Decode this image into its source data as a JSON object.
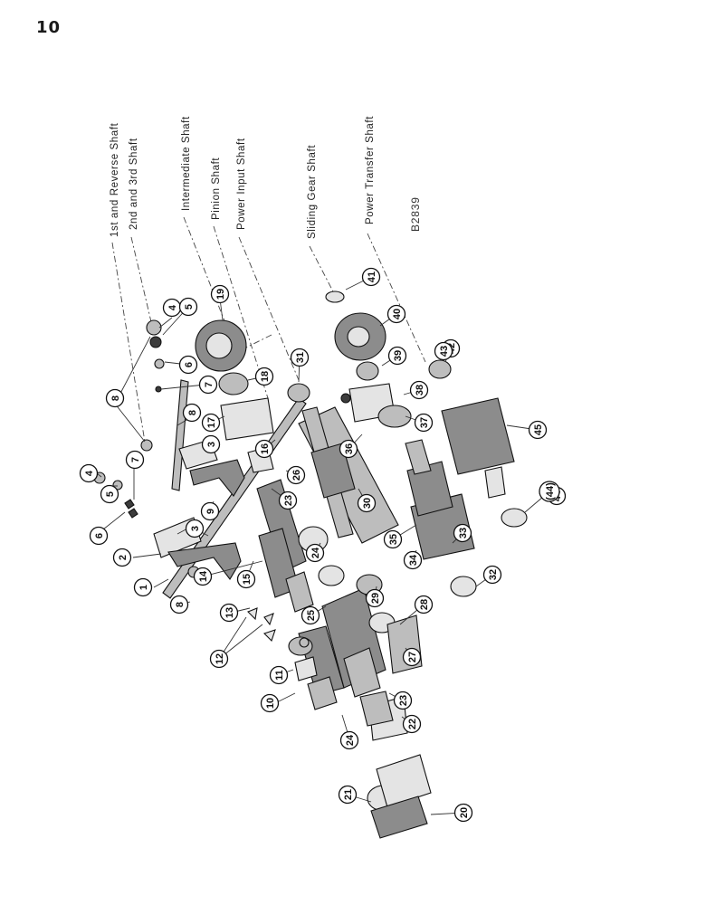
{
  "page": {
    "number": "10"
  },
  "diagram": {
    "reference_code": "B2839",
    "shaft_labels": [
      "1st and Reverse Shaft",
      "2nd and 3rd Shaft",
      "Intermediate Shaft",
      "Pinion Shaft",
      "Power Input Shaft",
      "Sliding Gear Shaft",
      "Power Transfer Shaft"
    ],
    "callouts": [
      "1",
      "2",
      "3",
      "3",
      "4",
      "4",
      "5",
      "5",
      "6",
      "6",
      "7",
      "7",
      "8",
      "8",
      "8",
      "9",
      "10",
      "11",
      "12",
      "13",
      "14",
      "15",
      "16",
      "17",
      "18",
      "19",
      "20",
      "21",
      "22",
      "23",
      "23",
      "24",
      "24",
      "25",
      "26",
      "27",
      "28",
      "29",
      "30",
      "31",
      "32",
      "33",
      "34",
      "35",
      "36",
      "37",
      "38",
      "39",
      "40",
      "41",
      "42",
      "43",
      "44",
      "(44)",
      "45"
    ]
  },
  "colors": {
    "ink": "#111111",
    "metal": "#bdbdbd",
    "shadow": "#3c3c3c",
    "paper": "#ffffff"
  }
}
